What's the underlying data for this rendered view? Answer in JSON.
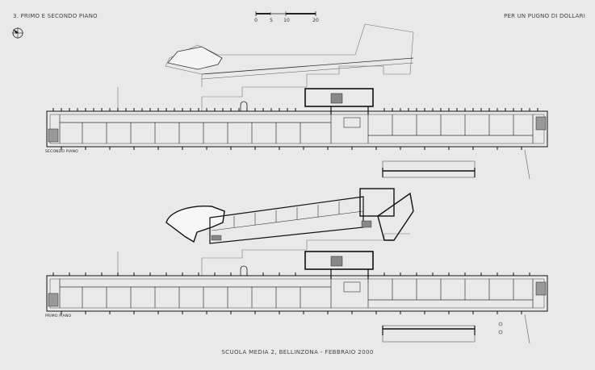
{
  "sheet": {
    "title_left": "3. PRIMO E SECONDO PIANO",
    "title_right": "PER UN PUGNO DI DOLLARI",
    "caption": "SCUOLA MEDIA 2, BELLINZONA - FEBBRAIO 2000"
  },
  "scale_bar": {
    "ticks": [
      "0",
      "5",
      "10",
      "20"
    ]
  },
  "compass": {
    "icon": "north-arrow-icon"
  },
  "plans": {
    "second_floor_label": "SECONDO PIANO",
    "first_floor_label": "PRIMO PIANO"
  },
  "colors": {
    "background": "#e9e9e9",
    "line": "#111111",
    "thin_line": "#666666",
    "text": "#444444"
  }
}
